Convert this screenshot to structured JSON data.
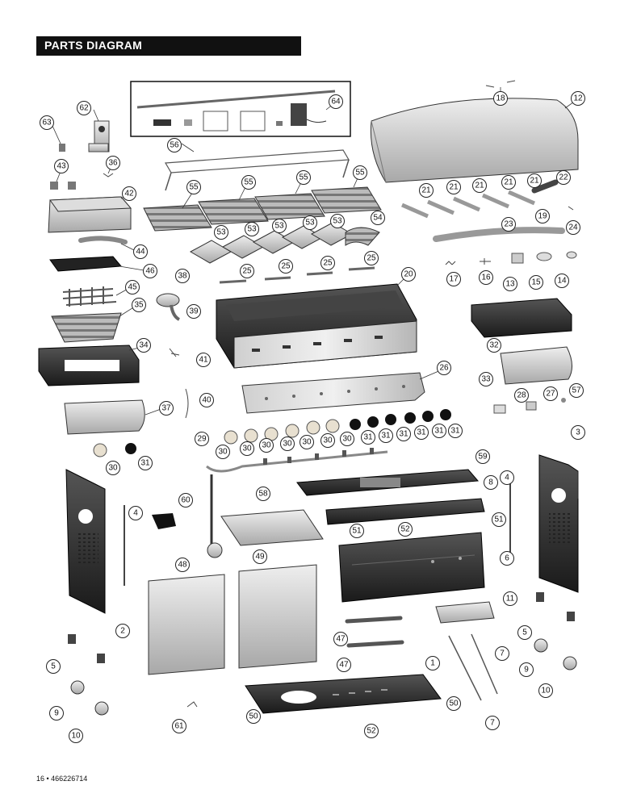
{
  "header": {
    "title": "PARTS DIAGRAM"
  },
  "footer": {
    "page_ref": "16 • 466226714"
  },
  "callouts": [
    "1",
    "2",
    "3",
    "4",
    "5",
    "6",
    "7",
    "8",
    "9",
    "10",
    "11",
    "12",
    "13",
    "14",
    "15",
    "16",
    "17",
    "18",
    "19",
    "20",
    "21",
    "22",
    "23",
    "24",
    "25",
    "26",
    "27",
    "28",
    "29",
    "30",
    "31",
    "32",
    "33",
    "34",
    "35",
    "36",
    "37",
    "38",
    "39",
    "40",
    "41",
    "42",
    "43",
    "44",
    "45",
    "46",
    "47",
    "48",
    "49",
    "50",
    "51",
    "52",
    "53",
    "54",
    "55",
    "56",
    "57",
    "58",
    "59",
    "60",
    "61",
    "62",
    "63",
    "64"
  ]
}
